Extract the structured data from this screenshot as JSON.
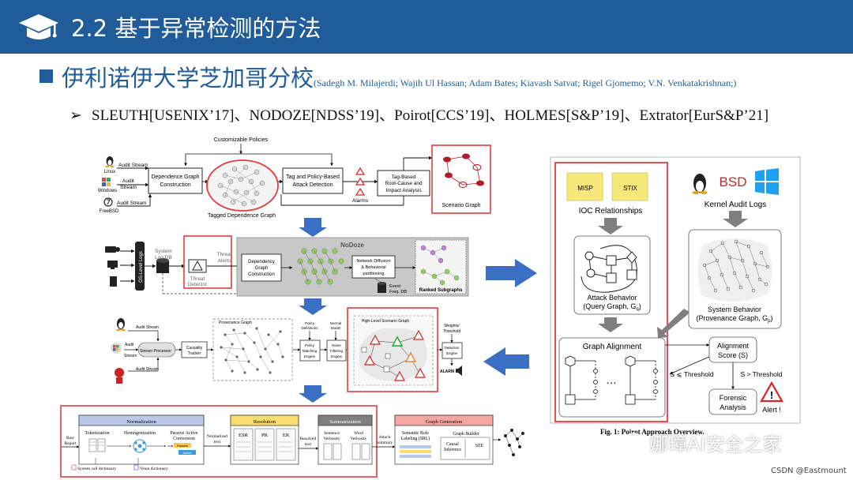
{
  "header": {
    "title": "2.2 基于异常检测的方法",
    "icon": "graduation-cap-icon"
  },
  "institution": {
    "name": "伊利诺伊大学芝加哥分校",
    "authors": "(Sadegh M. Milajerdi;  Wajih Ul Hassan; Adam Bates; Kiavash Satvat; Rigel Gjomemo; V.N. Venkatakrishnan;)"
  },
  "papers_line": "SLEUTH[USENIX’17]、NODOZE[NDSS’19]、Poirot[CCS’19]、HOLMES[S&P’19]、Extrator[EurS&P’21]",
  "sleuth": {
    "policies": "Customizable  Policies",
    "audit_stream": "Audit Stream",
    "linux": "Linux",
    "audit": "Audit",
    "stream": "Stream",
    "windows": "Windows",
    "freebsd": "FreeBSD",
    "dep_graph_1": "Dependence Graph",
    "dep_graph_2": "Construction",
    "tagged": "Tagged Dependence Graph",
    "tag_policy_1": "Tag and Policy-Based",
    "tag_policy_2": "Attack Detection",
    "alarms": "Alarms",
    "tag_based_1": "Tag-Based",
    "tag_based_2": "Root-Cause and",
    "tag_based_3": "Impact Analysis",
    "scenario": "Scenario Graph"
  },
  "nodoze": {
    "title": "NoDoze",
    "os_logs": "OS-Level Logs",
    "system_log_db_1": "System",
    "system_log_db_2": "Log DB",
    "threat_alerts_1": "Threat",
    "threat_alerts_2": "Alerts",
    "threat_detector_1": "Threat",
    "threat_detector_2": "Detector",
    "dep_1": "Dependency",
    "dep_2": "Graph",
    "dep_3": "Construction",
    "net_1": "Network Diffusion",
    "net_2": "& Behavioral",
    "net_3": "partitioning",
    "event_1": "Event",
    "event_2": "Freq. DB",
    "ranked": "Ranked Subgraphs"
  },
  "holmes": {
    "audit_stream": "Audit Stream",
    "audit": "Audit",
    "stream": "Stream",
    "stream_processor": "Stream Processor",
    "causality_1": "Causality",
    "causality_2": "Tracker",
    "provenance": "Provenance Graph",
    "policy_def_1": "Policy",
    "policy_def_2": "Definitions",
    "normal_1": "Normal",
    "normal_2": "Model",
    "pme_1": "Policy",
    "pme_2": "Matching",
    "pme_3": "Engine",
    "noise_1": "Noise",
    "noise_2": "Filtering",
    "noise_3": "Engine",
    "hlsg": "High-Level Scenario Graph",
    "weights_1": "Weights/",
    "weights_2": "Threshold",
    "det_1": "Detection",
    "det_2": "Engine",
    "alarm": "ALARM"
  },
  "poirot": {
    "misp": "MISP",
    "stix": "STIX",
    "ioc": "IOC Relationships",
    "bsd": "BSD",
    "kernel": "Kernel Audit Logs",
    "attack_1": "Attack Behavior",
    "attack_2": "(Query Graph, G",
    "attack_sub": "q",
    "system_1": "System Behavior",
    "system_2": "(Provenance Graph, G",
    "system_sub": "p",
    "alignment": "Graph Alignment",
    "score_1": "Alignment",
    "score_2": "Score (S)",
    "le": "S ⩽ Threshold",
    "gt": "S > Threshold",
    "forensic_1": "Forensic",
    "forensic_2": "Analysis",
    "alert": "Alert !",
    "dots": "…",
    "caption": "Fig. 1: Poirot Approach Overview."
  },
  "extractor": {
    "normalization": "Normalization",
    "tokenization": "Tokenization",
    "homogenization": "Homogenization",
    "passive_1": "Passive Active",
    "passive_2": "Conversion",
    "passive_tag": "Passive",
    "active_tag": "Active",
    "raw_1": "Raw",
    "raw_2": "Report",
    "norm_text_1": "Normalized",
    "norm_text_2": "text",
    "resolution": "Resolution",
    "esr": "ESR",
    "pr": "PR",
    "er": "ER",
    "resolved_1": "Resolved",
    "resolved_2": "text",
    "summarization": "Summarization",
    "sentence_1": "Sentence",
    "sentence_2": "Verbosity",
    "word_1": "Word",
    "word_2": "Verbosity",
    "attack_1": "Attack",
    "attack_2": "summary",
    "graph_generation": "Graph Generation",
    "srl_1": "Semantic Role",
    "srl_2": "Labeling (SRL)",
    "graph_builder": "Graph Builder",
    "causal_1": "Causal",
    "causal_2": "Inference",
    "see": "SEE",
    "syscall_dict": "System call dictionary",
    "noun_dict": "Noun dictionary"
  },
  "watermark": "娜璋AI安全之家",
  "credit": "CSDN @Eastmount",
  "colors": {
    "header": "#1f5c99",
    "highlight": "#e83a3a",
    "flow_arrow": "#3a6fc4",
    "sticky": "#f7e979",
    "norm_header": "#b9c8e8",
    "resolution_header": "#f7dc6f",
    "summ_header": "#7f7f7f",
    "graphgen_header": "#f4a7a0"
  }
}
